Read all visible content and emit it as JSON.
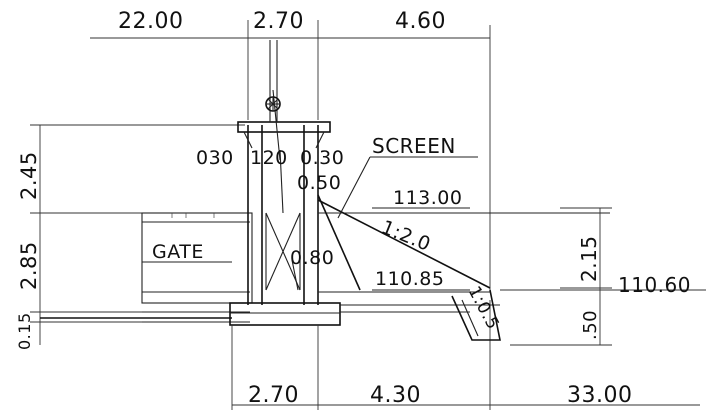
{
  "dimensions": {
    "top": [
      "22.00",
      "2.70",
      "4.60"
    ],
    "bottom": [
      "2.70",
      "4.30",
      "33.00"
    ],
    "left": [
      "2.45",
      "2.85",
      "0.15"
    ],
    "right": [
      "2.15",
      ".50"
    ],
    "wall": [
      "030",
      "120",
      "0.30"
    ],
    "gap": "0.50",
    "gate_opening": "0.80"
  },
  "elevations": {
    "top_water": "113.00",
    "sill": "110.85",
    "downstream": "110.60"
  },
  "slopes": {
    "screen_slope": "1:2.0",
    "apron_slope": "1:0.5"
  },
  "labels": {
    "screen": "SCREEN",
    "gate": "GATE"
  }
}
